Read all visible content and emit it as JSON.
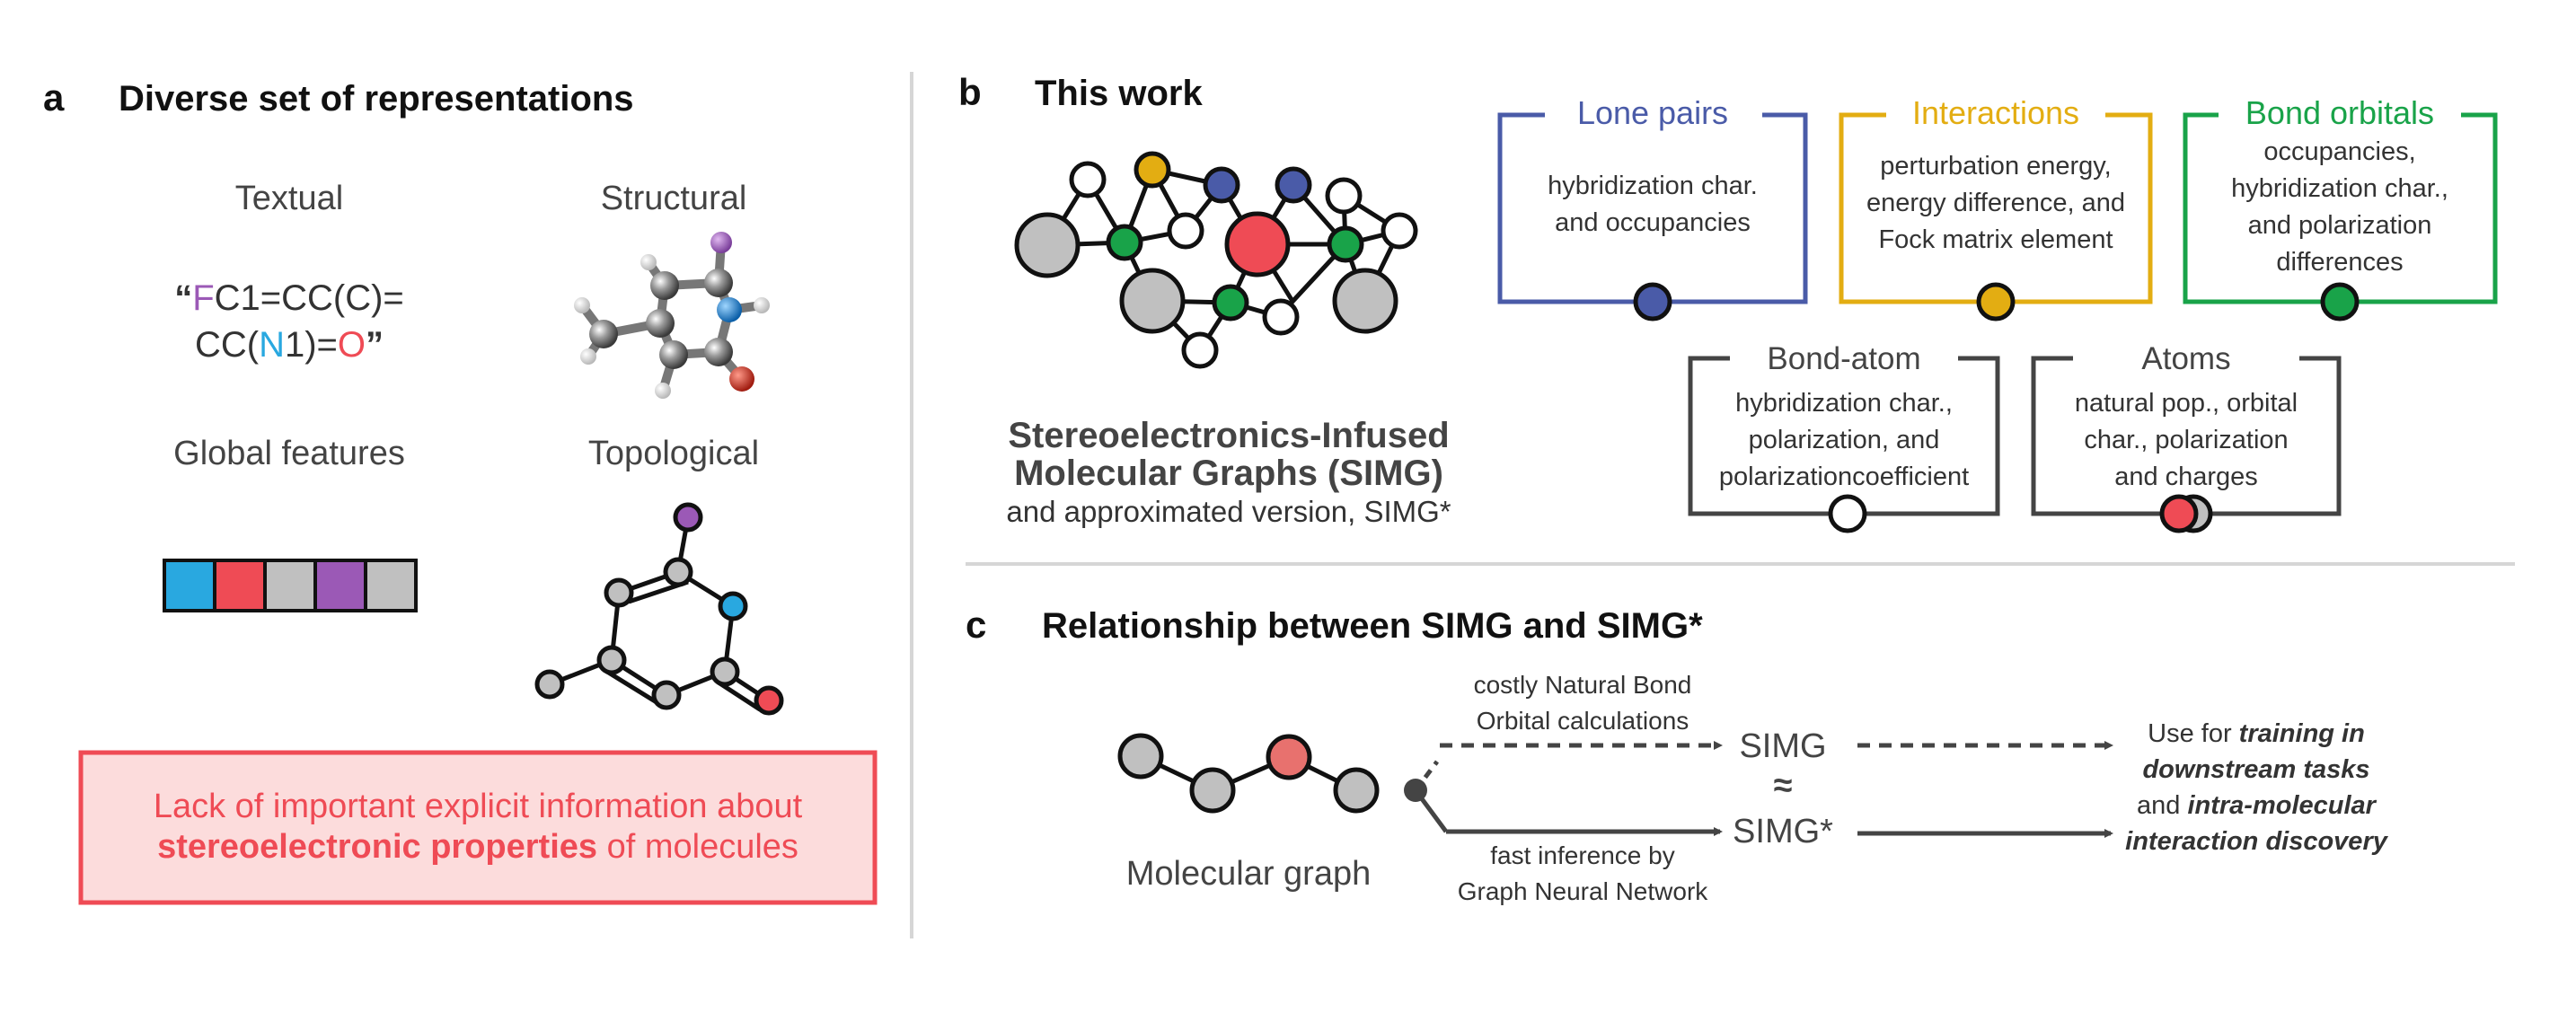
{
  "panel_a": {
    "letter": "a",
    "title": "Diverse set of representations",
    "textual_label": "Textual",
    "structural_label": "Structural",
    "global_label": "Global features",
    "topological_label": "Topological",
    "smiles_line1": {
      "q": "“",
      "F": "F",
      "rest": "C1=CC(C)="
    },
    "smiles_line2": {
      "a": "CC(",
      "N": "N",
      "b": "1)=",
      "O": "O",
      "q": "”"
    },
    "feature_colors": [
      "#29a8e0",
      "#ef4b55",
      "#c0c0c0",
      "#9b59b6",
      "#c0c0c0"
    ],
    "callout_line1": "Lack of important explicit information about",
    "callout_bold": "stereoelectronic properties",
    "callout_rest": " of molecules"
  },
  "panel_b": {
    "letter": "b",
    "title": "This work",
    "simg_line1": "Stereoelectronics-Infused",
    "simg_line2": "Molecular Graphs (SIMG)",
    "simg_line3": "and approximated version, SIMG*",
    "boxes": [
      {
        "title": "Lone pairs",
        "color": "#4a5ba8",
        "lines": [
          "hybridization char.",
          "and occupancies"
        ]
      },
      {
        "title": "Interactions",
        "color": "#e3ad12",
        "lines": [
          "perturbation energy,",
          "energy difference, and",
          "Fock matrix element"
        ]
      },
      {
        "title": "Bond orbitals",
        "color": "#19a349",
        "lines": [
          "occupancies,",
          "hybridization char.,",
          "and polarization",
          "differences"
        ]
      },
      {
        "title": "Bond-atom",
        "color": "#444444",
        "lines": [
          "hybridization char.,",
          "polarization, and",
          "polarizationcoefficient"
        ]
      },
      {
        "title": "Atoms",
        "color": "#444444",
        "lines": [
          "natural pop., orbital",
          "char., polarization",
          "and charges"
        ]
      }
    ]
  },
  "panel_c": {
    "letter": "c",
    "title": "Relationship between SIMG and SIMG*",
    "molecular_graph": "Molecular graph",
    "top_arrow_line1": "costly Natural Bond",
    "top_arrow_line2": "Orbital calculations",
    "bottom_arrow_line1": "fast inference by",
    "bottom_arrow_line2": "Graph Neural Network",
    "simg": "SIMG",
    "approx": "≈",
    "simg_star": "SIMG*",
    "use_line1_a": "Use for ",
    "use_line1_b": "training in",
    "use_line2": "downstream tasks",
    "use_line3_a": "and ",
    "use_line3_b": "intra-molecular",
    "use_line4": "interaction discovery"
  }
}
